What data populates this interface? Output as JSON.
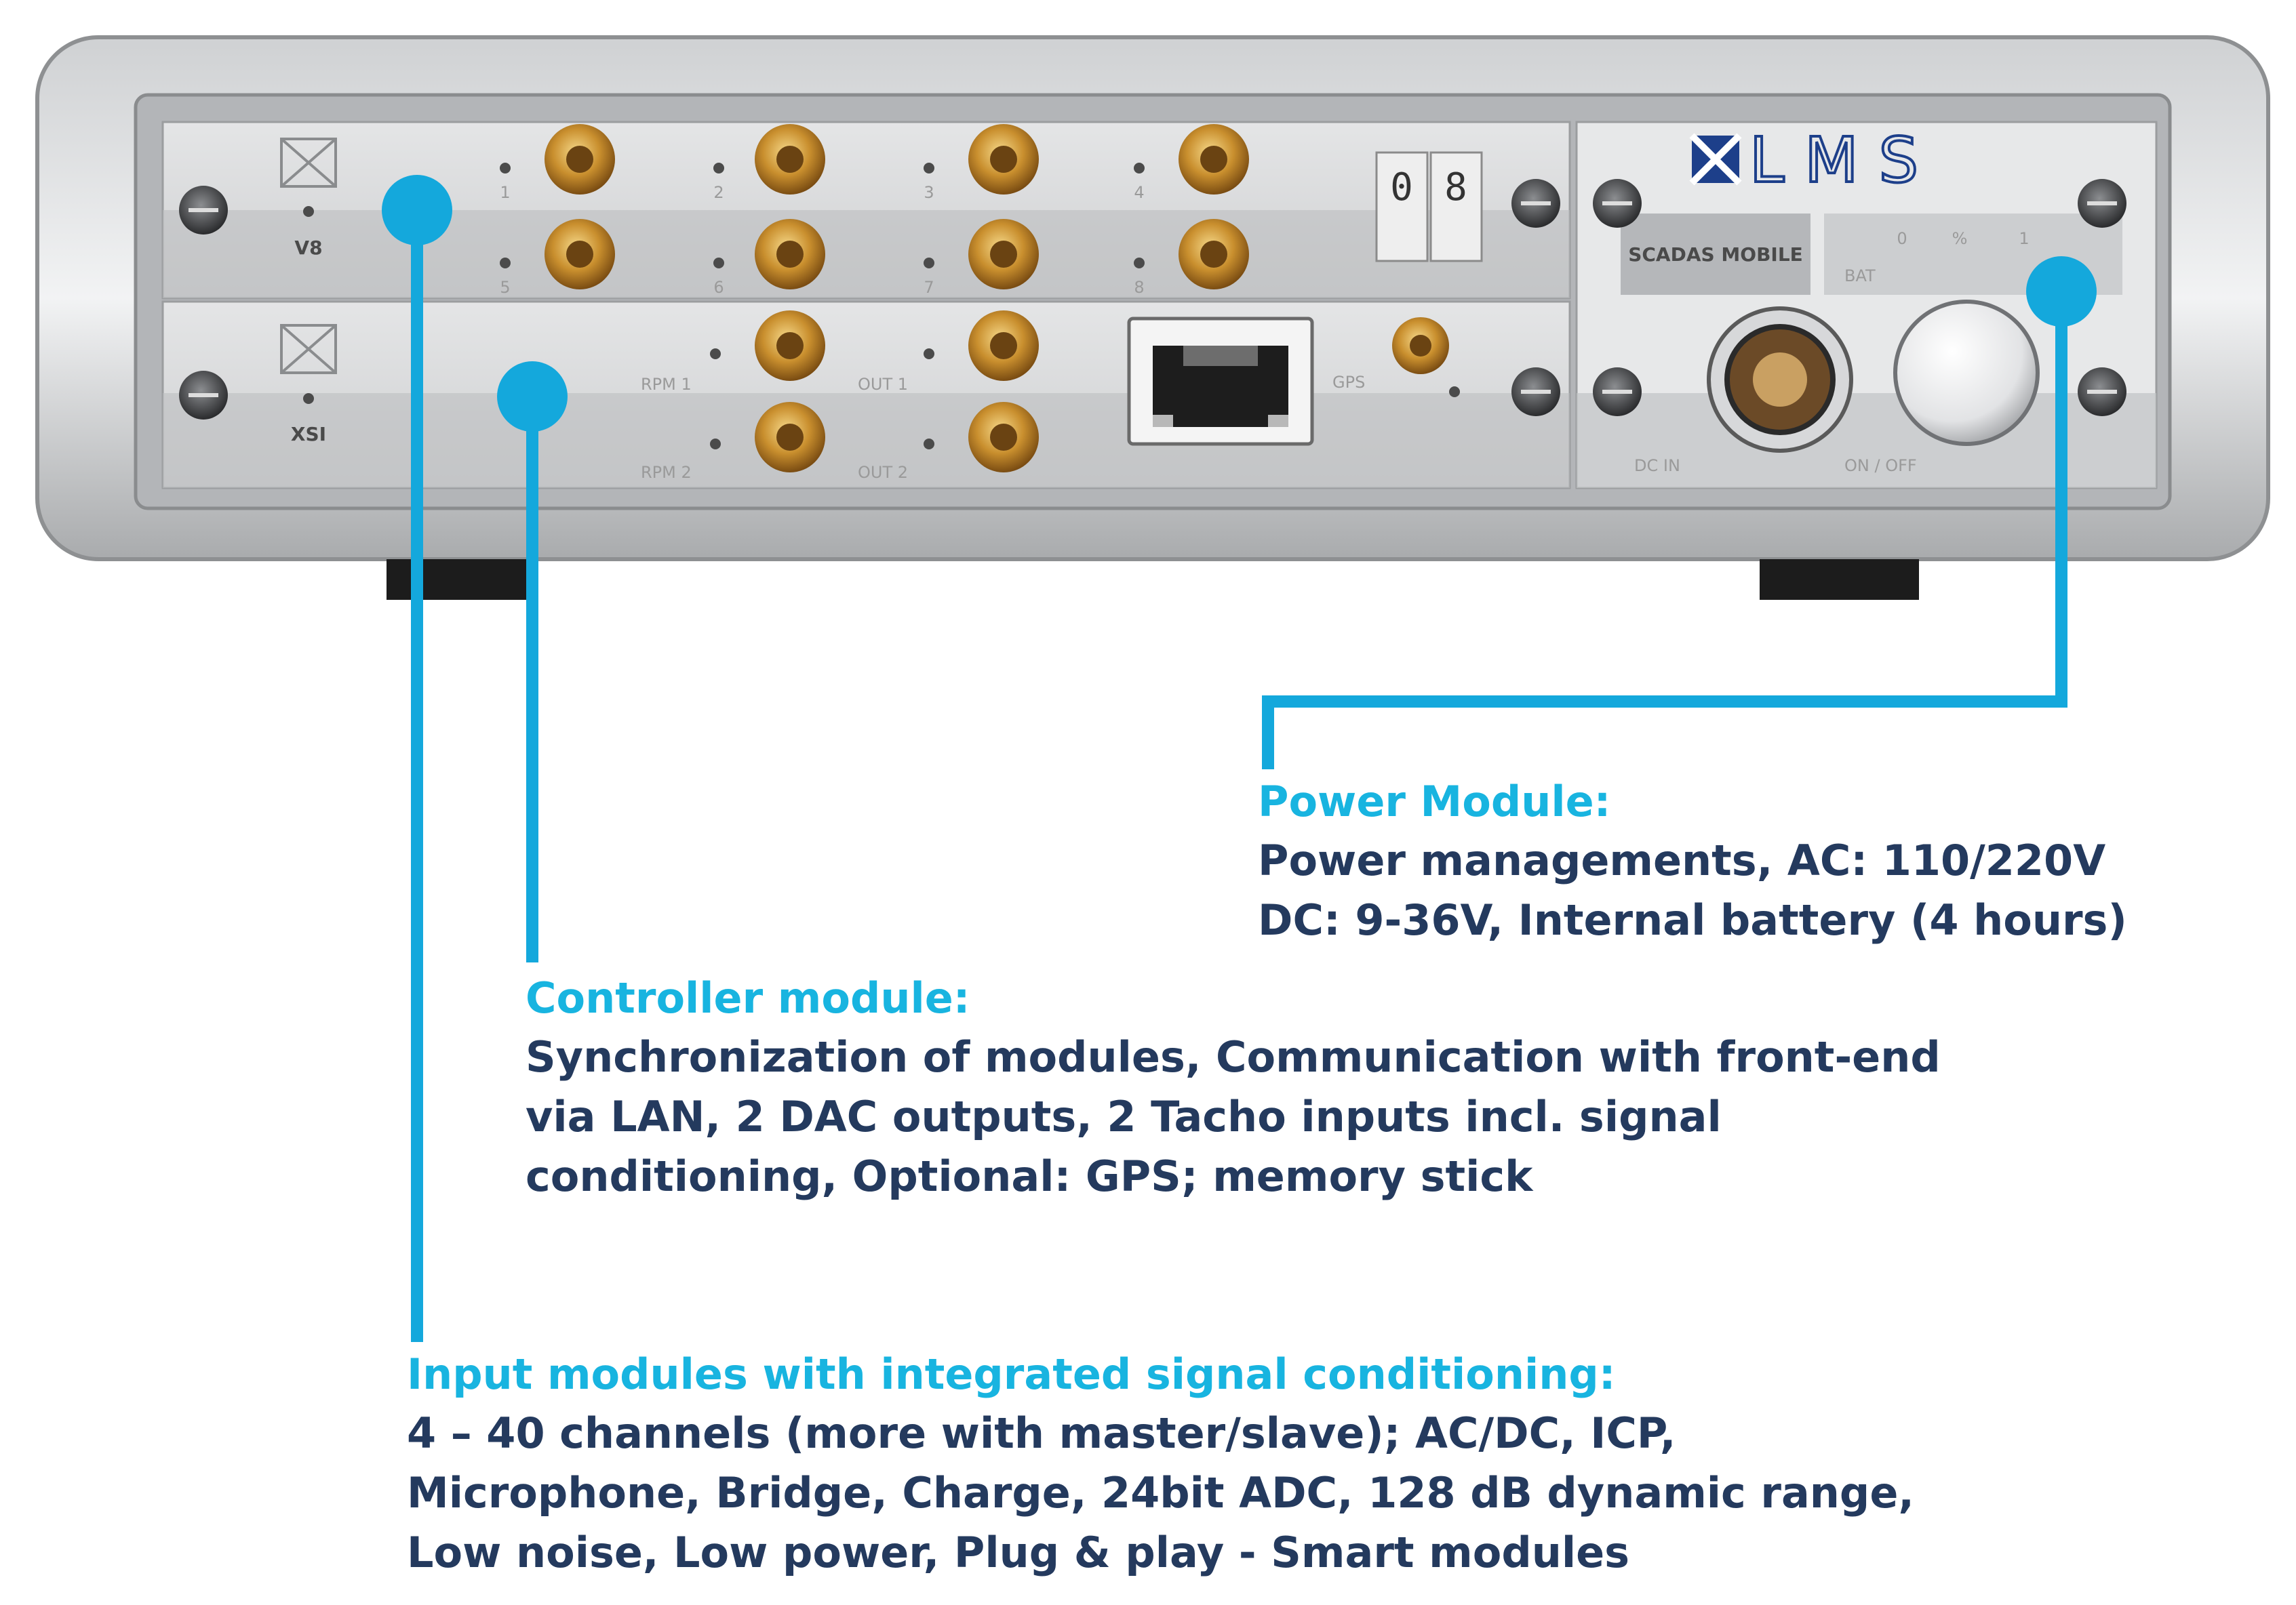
{
  "device": {
    "logo_text": "LMS",
    "model_label": "SCADAS MOBILE",
    "input_module_label": "V8",
    "controller_module_label": "XSI",
    "channel_numbers": [
      "1",
      "2",
      "3",
      "4",
      "5",
      "6",
      "7",
      "8"
    ],
    "rpm1_label": "RPM 1",
    "rpm2_label": "RPM 2",
    "out1_label": "OUT 1",
    "out2_label": "OUT 2",
    "gps_label": "GPS",
    "counter_digits": [
      "0",
      "8"
    ],
    "battery_label": "BAT",
    "battery_marks": [
      "0",
      "%",
      "1"
    ],
    "dcin_label": "DC IN",
    "onoff_label": "ON / OFF"
  },
  "annotations": {
    "power": {
      "title": "Power Module:",
      "lines": [
        "Power managements, AC: 110/220V",
        "DC: 9-36V, Internal battery (4 hours)"
      ]
    },
    "controller": {
      "title": "Controller module:",
      "lines": [
        "Synchronization of modules, Communication with front-end",
        "via LAN, 2 DAC outputs, 2 Tacho inputs incl. signal",
        "conditioning, Optional: GPS; memory stick"
      ]
    },
    "input": {
      "title": "Input modules with integrated signal conditioning:",
      "lines": [
        "4 – 40 channels (more with master/slave); AC/DC, ICP,",
        "Microphone, Bridge, Charge, 24bit ADC, 128 dB dynamic range,",
        "Low noise, Low power, Plug & play - Smart modules"
      ]
    }
  },
  "colors": {
    "callout": "#14a8dc",
    "caption_title": "#18b4e0",
    "caption_body": "#243a5e"
  }
}
